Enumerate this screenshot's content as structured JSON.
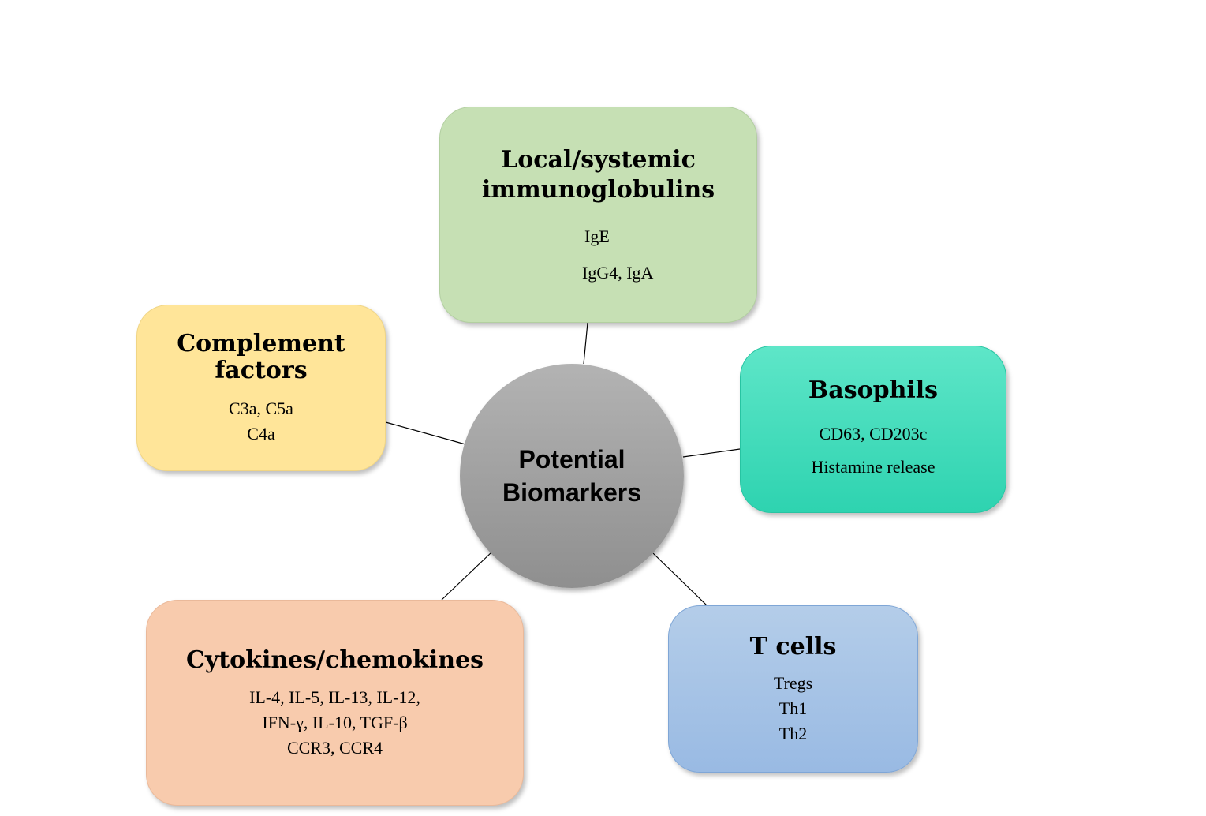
{
  "center": {
    "line1": "Potential",
    "line2": "Biomarkers"
  },
  "immunoglobulins": {
    "title_line1": "Local/systemic",
    "title_line2": "immunoglobulins",
    "items": [
      "IgE",
      "IgG4, IgA"
    ]
  },
  "complement": {
    "title_line1": "Complement",
    "title_line2": "factors",
    "items": [
      "C3a, C5a",
      "C4a"
    ]
  },
  "basophils": {
    "title": "Basophils",
    "items": [
      "CD63, CD203c",
      "Histamine release"
    ]
  },
  "cytokines": {
    "title": "Cytokines/chemokines",
    "items": [
      "IL-4, IL-5, IL-13, IL-12,",
      "IFN-γ, IL-10, TGF-β",
      "CCR3, CCR4"
    ]
  },
  "tcells": {
    "title": "T cells",
    "items": [
      "Tregs",
      "Th1",
      "Th2"
    ]
  },
  "colors": {
    "immunoglobulins": "#c6e0b4",
    "complement": "#ffe599",
    "basophils": "#3edcbb",
    "cytokines": "#f8cbad",
    "tcells": "#a8c5e8",
    "center": "#a0a0a0"
  }
}
